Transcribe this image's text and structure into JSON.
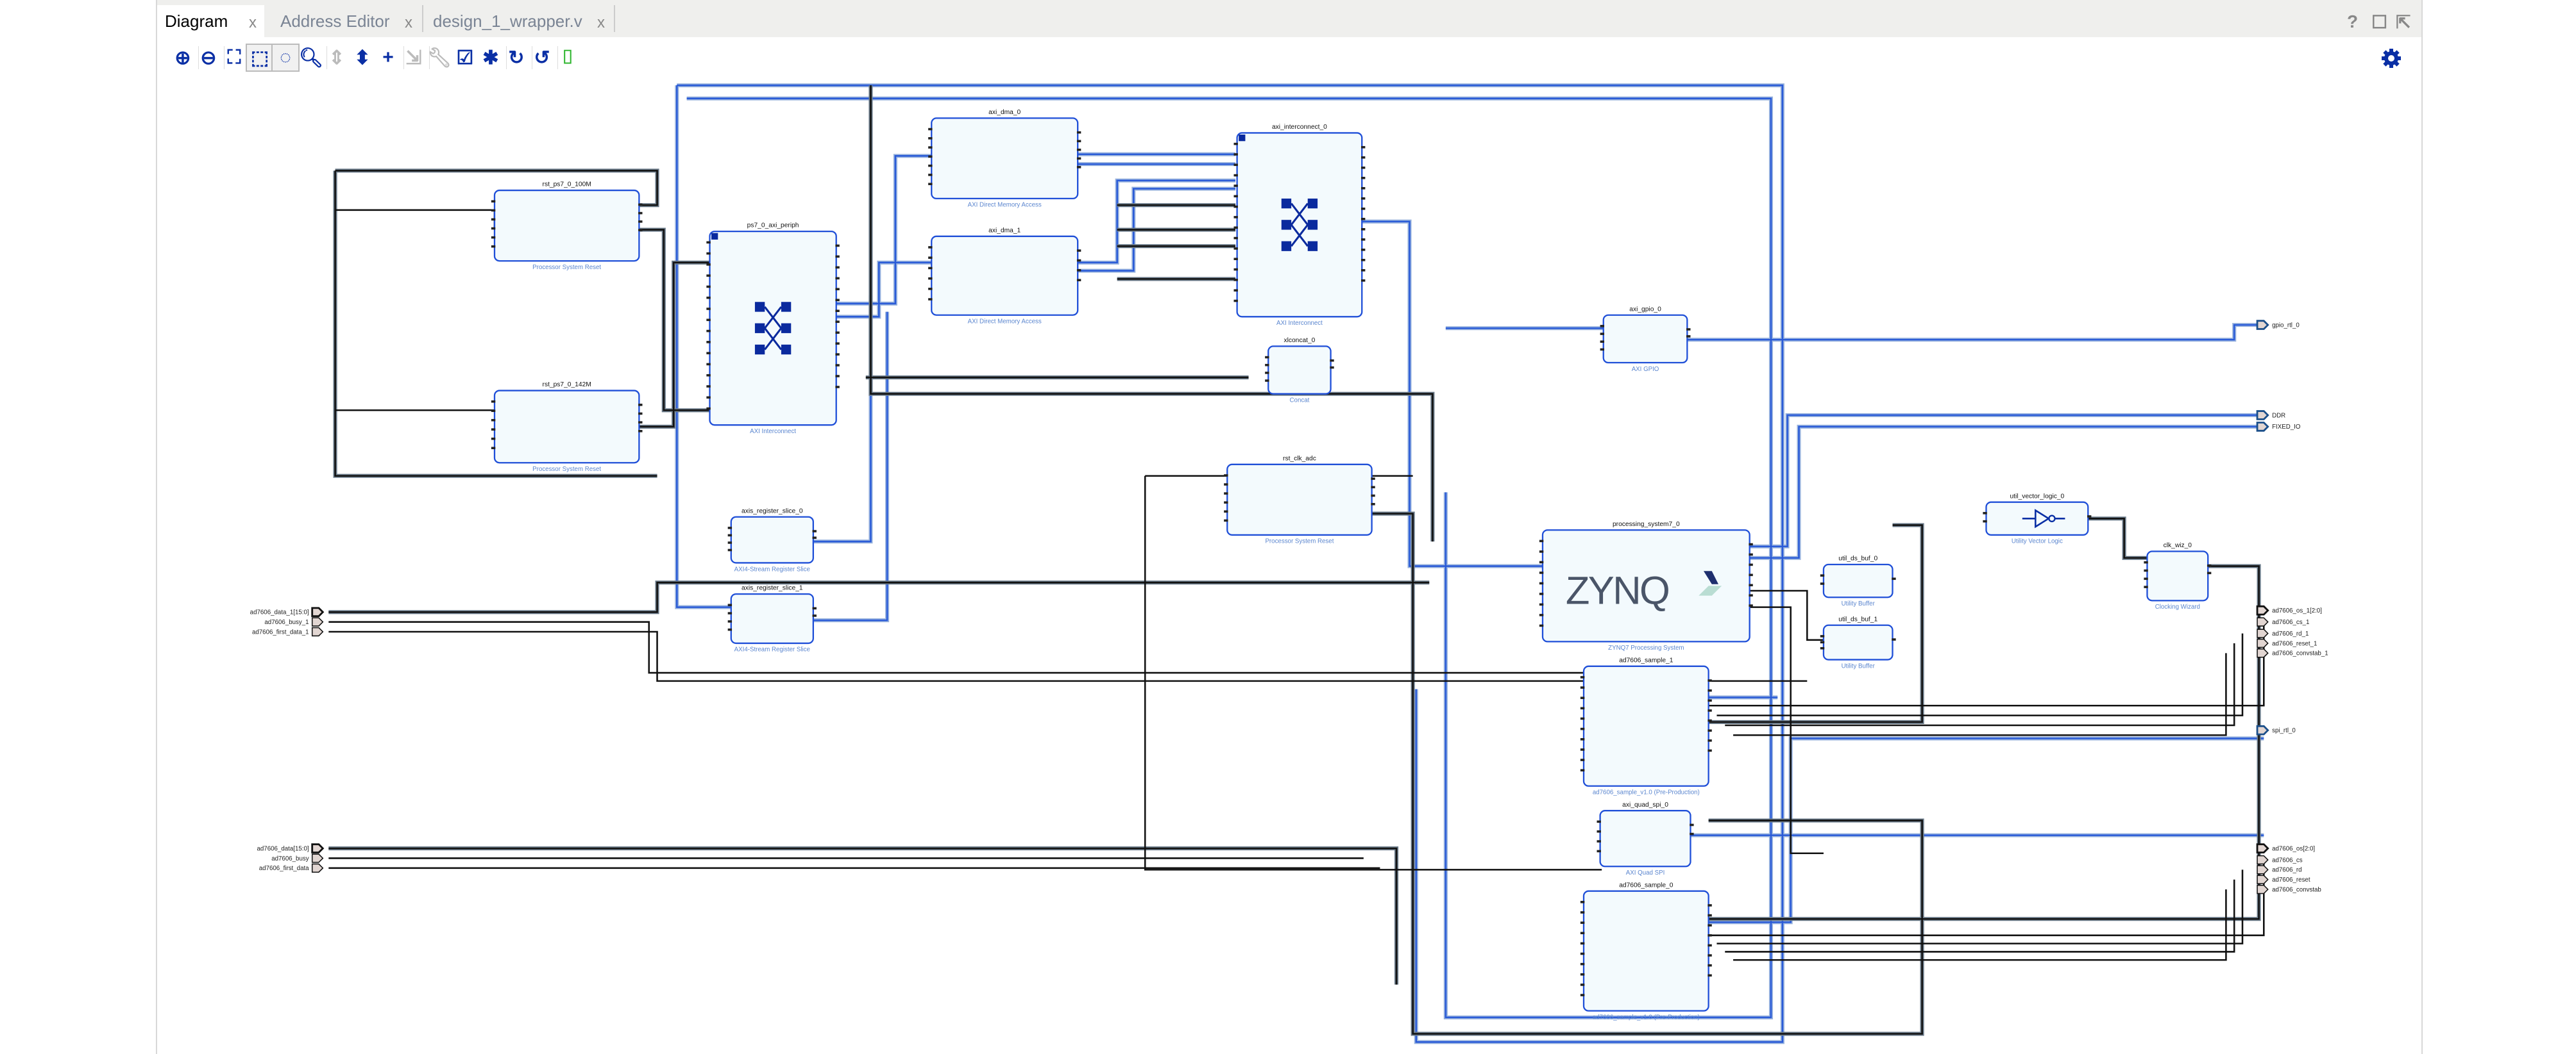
{
  "tabs": [
    {
      "label": "Diagram",
      "active": true
    },
    {
      "label": "Address Editor",
      "active": false
    },
    {
      "label": "design_1_wrapper.v",
      "active": false
    }
  ],
  "tab_close": "x",
  "window_icons": [
    {
      "name": "help-icon",
      "glyph": "?"
    },
    {
      "name": "maximize-icon",
      "glyph": "☐"
    },
    {
      "name": "float-icon",
      "glyph": "⇱"
    }
  ],
  "toolbar": [
    {
      "name": "zoom-in-icon",
      "glyph": "⊕"
    },
    {
      "name": "zoom-out-icon",
      "glyph": "⊖"
    },
    {
      "name": "zoom-fit-icon",
      "glyph": "⛶"
    },
    {
      "name": "select-area-icon",
      "glyph": "⬚",
      "selected": true
    },
    {
      "name": "autoconnect-icon",
      "glyph": "◌",
      "selected": true
    },
    {
      "name": "search-icon",
      "glyph": "🔍︎"
    },
    {
      "name": "collapse-all-icon",
      "glyph": "⇕",
      "disabled": true
    },
    {
      "name": "expand-all-icon",
      "glyph": "⬍"
    },
    {
      "name": "add-ip-icon",
      "glyph": "+"
    },
    {
      "name": "make-external-icon",
      "glyph": "⇲",
      "disabled": true
    },
    {
      "name": "wrench-icon",
      "glyph": "🔧︎",
      "disabled": true
    },
    {
      "name": "validate-icon",
      "glyph": "☑"
    },
    {
      "name": "pin-icon",
      "glyph": "✱"
    },
    {
      "name": "regenerate-icon",
      "glyph": "↻"
    },
    {
      "name": "run-automation-icon",
      "glyph": "↺"
    },
    {
      "name": "hierarchy-icon",
      "glyph": "⌷"
    }
  ],
  "settings_icon": "gear-icon",
  "colors": {
    "block_border": "#1f4fd8",
    "block_fill": "#f3fafd",
    "bus_wire": "#2a5bd7",
    "net_wire": "#111111",
    "subtitle": "#5b86cf",
    "port_fill": "#e2d6d2"
  },
  "blocks": [
    {
      "name": "rst_ps7_0_100M",
      "type": "Processor System Reset"
    },
    {
      "name": "rst_ps7_0_142M",
      "type": "Processor System Reset"
    },
    {
      "name": "ps7_0_axi_periph",
      "type": "AXI Interconnect"
    },
    {
      "name": "axi_dma_0",
      "type": "AXI Direct Memory Access"
    },
    {
      "name": "axi_dma_1",
      "type": "AXI Direct Memory Access"
    },
    {
      "name": "axi_interconnect_0",
      "type": "AXI Interconnect"
    },
    {
      "name": "axi_gpio_0",
      "type": "AXI GPIO"
    },
    {
      "name": "xlconcat_0",
      "type": "Concat"
    },
    {
      "name": "rst_clk_adc",
      "type": "Processor System Reset"
    },
    {
      "name": "axis_register_slice_0",
      "type": "AXI4-Stream Register Slice"
    },
    {
      "name": "axis_register_slice_1",
      "type": "AXI4-Stream Register Slice"
    },
    {
      "name": "processing_system7_0",
      "type": "ZYNQ7 Processing System",
      "logo": "ZYNQ"
    },
    {
      "name": "util_ds_buf_0",
      "type": "Utility Buffer"
    },
    {
      "name": "util_ds_buf_1",
      "type": "Utility Buffer"
    },
    {
      "name": "util_vector_logic_0",
      "type": "Utility Vector Logic"
    },
    {
      "name": "clk_wiz_0",
      "type": "Clocking Wizard"
    },
    {
      "name": "ad7606_sample_1",
      "type": "ad7606_sample_v1.0 (Pre-Production)"
    },
    {
      "name": "axi_quad_spi_0",
      "type": "AXI Quad SPI"
    },
    {
      "name": "ad7606_sample_0",
      "type": "ad7606_sample_v1.0 (Pre-Production)"
    }
  ],
  "input_ports": [
    {
      "label": "ad7606_data_1[15:0]",
      "bus": true
    },
    {
      "label": "ad7606_busy_1",
      "bus": false
    },
    {
      "label": "ad7606_first_data_1",
      "bus": false
    },
    {
      "label": "ad7606_data[15:0]",
      "bus": true
    },
    {
      "label": "ad7606_busy",
      "bus": false
    },
    {
      "label": "ad7606_first_data",
      "bus": false
    }
  ],
  "output_ports": [
    {
      "label": "gpio_rtl_0",
      "iface": true
    },
    {
      "label": "DDR",
      "iface": true
    },
    {
      "label": "FIXED_IO",
      "iface": true
    },
    {
      "label": "ad7606_os_1[2:0]",
      "bus": true
    },
    {
      "label": "ad7606_cs_1"
    },
    {
      "label": "ad7606_rd_1"
    },
    {
      "label": "ad7606_reset_1"
    },
    {
      "label": "ad7606_convstab_1"
    },
    {
      "label": "spi_rtl_0",
      "iface": true
    },
    {
      "label": "ad7606_os[2:0]",
      "bus": true
    },
    {
      "label": "ad7606_cs"
    },
    {
      "label": "ad7606_rd"
    },
    {
      "label": "ad7606_reset"
    },
    {
      "label": "ad7606_convstab"
    }
  ]
}
